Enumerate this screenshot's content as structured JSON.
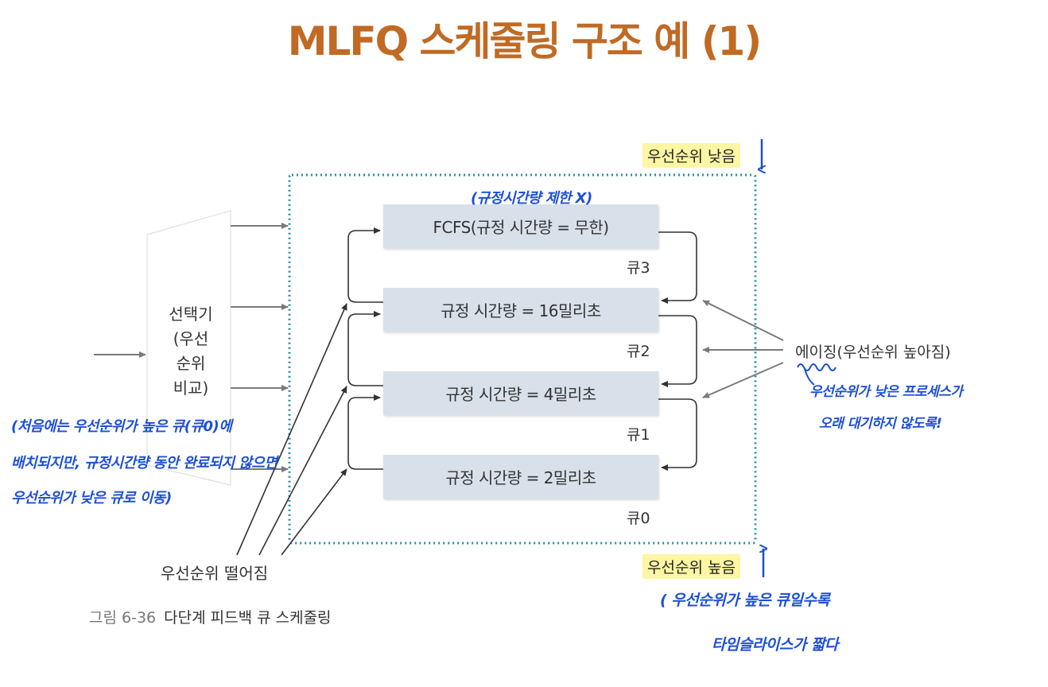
{
  "title": "MLFQ 스케줄링 구조  예 (1)",
  "selector_lines": [
    "선택기",
    "(우선",
    "순위",
    "비교)"
  ],
  "queues": [
    {
      "box": "FCFS(규정 시간량 = 무한)",
      "label": "큐3"
    },
    {
      "box": "규정 시간량 = 16밀리초",
      "label": "큐2"
    },
    {
      "box": "규정 시간량 = 4밀리초",
      "label": "큐1"
    },
    {
      "box": "규정 시간량 = 2밀리초",
      "label": "큐0"
    }
  ],
  "priority_low": "우선순위 낮음",
  "priority_high": "우선순위 높음",
  "aging": "에이징(우선순위 높아짐)",
  "priority_drop": "우선순위 떨어짐",
  "caption": {
    "number": "그림 6-36",
    "text": "다단계 피드백 큐 스케줄링"
  },
  "notes": {
    "q3_note": "(규정시간량 제한 X)",
    "left_1": "(처음에는 우선순위가 높은 큐(큐0)에",
    "left_2": "배치되지만, 규정시간량 동안 완료되지 않으면",
    "left_3": "우선순위가 낮은 큐로 이동)",
    "aging_1": "우선순위가 낮은 프로세스가",
    "aging_2": "오래 대기하지 않도록!",
    "bottom_1": "( 우선순위가 높은 큐일수록",
    "bottom_2": "타임슬라이스가 짧다"
  },
  "colors": {
    "title": "#c06a24",
    "queue_box": "#d8e1ea",
    "dotted_border": "#2a8fa0",
    "handwriting": "#1d4fd6",
    "highlight": "#fdf6a4"
  }
}
